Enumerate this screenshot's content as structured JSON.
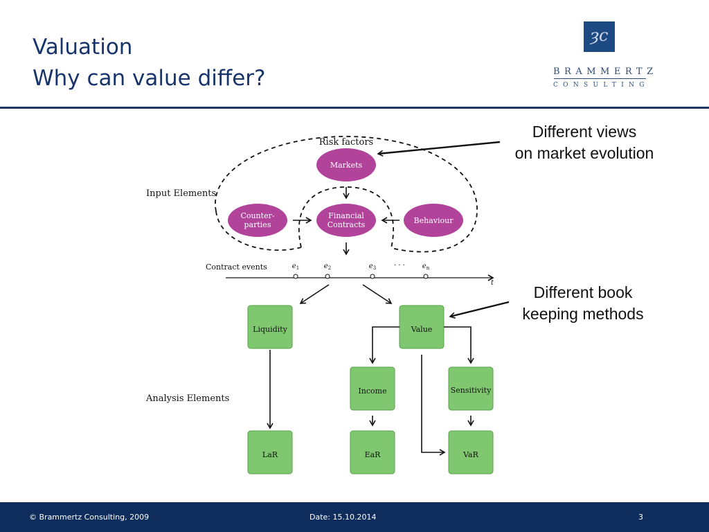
{
  "slide": {
    "title_line1": "Valuation",
    "title_line2": "Why can value differ?",
    "logo": {
      "icon": "bc-monogram-logo",
      "brand_top": "BRAMMERTZ",
      "brand_bottom": "CONSULTING",
      "color": "#1d4a82"
    },
    "annotations": [
      {
        "line1": "Different views",
        "line2": "on market evolution"
      },
      {
        "line1": "Different book",
        "line2": "keeping methods"
      }
    ],
    "footer": {
      "copyright": "© Brammertz Consulting, 2009",
      "date": "Date: 15.10.2014",
      "page": "3"
    }
  },
  "diagram": {
    "risk_factors_label": "Risk factors",
    "input_elements_label": "Input  Elements",
    "analysis_elements_label": "Analysis  Elements",
    "nodes": {
      "markets": "Markets",
      "counterparties_1": "Counter-",
      "counterparties_2": "parties",
      "financial_contracts_1": "Financial",
      "financial_contracts_2": "Contracts",
      "behaviour": "Behaviour",
      "liquidity": "Liquidity",
      "value": "Value",
      "income": "Income",
      "sensitivity": "Sensitivity",
      "lar": "LaR",
      "ear": "EaR",
      "var": "VaR"
    },
    "timeline": {
      "label": "Contract events",
      "events": [
        "e1",
        "e2",
        "e3",
        "en"
      ],
      "ellipsis": "· · ·",
      "axis_label": "t"
    },
    "colors": {
      "input_node": "#b1439b",
      "analysis_node": "#7fc870",
      "node_border_green": "#5aa04a"
    }
  }
}
